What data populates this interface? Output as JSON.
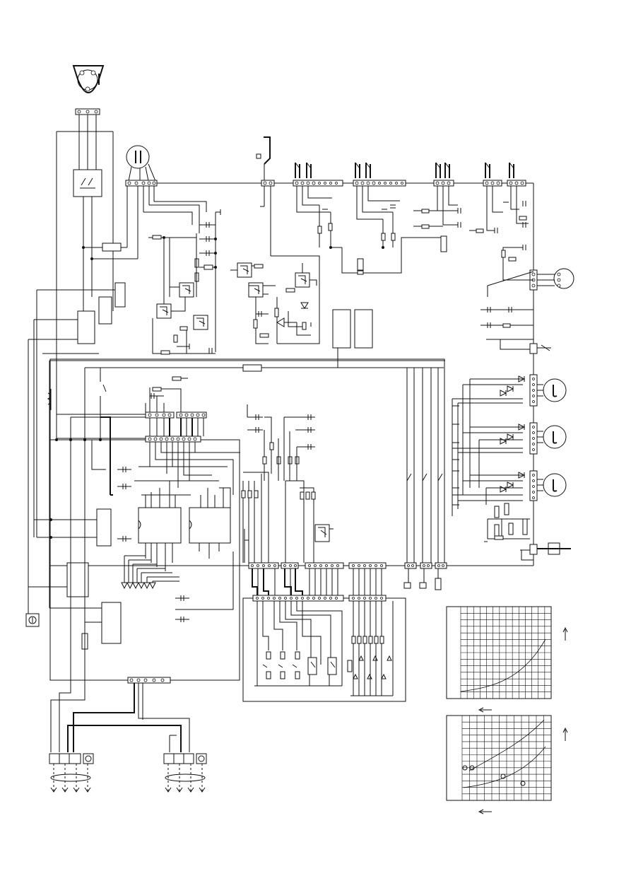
{
  "diagram": {
    "kind": "electrical-wiring-schematic",
    "background": "#ffffff",
    "ink": "#111111",
    "motor_count": 4,
    "relay_coils": 3,
    "graphs": 2
  }
}
